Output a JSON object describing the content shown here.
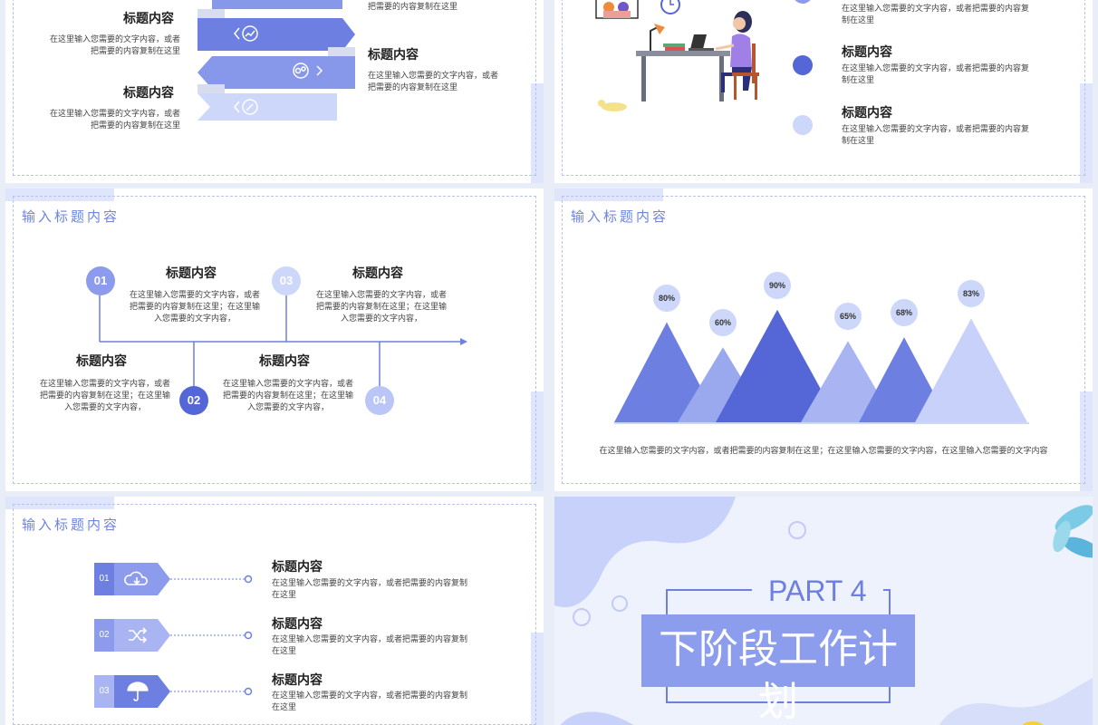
{
  "heading": "标题内容",
  "body_short": "在这里输入您需要的文字内容，或者把需要的内容复制在这里",
  "body_medium": "在这里输入您需要的文字内容，或者把需要的内容复制在这里；在这里输入您需要的文字内容，",
  "body_long": "在这里输入您需要的文字内容，或者把需要的内容复制在这里；在这里输入您需要的文字内容",
  "section_title": "输入标题内容",
  "timeline": {
    "items": [
      {
        "num": "01"
      },
      {
        "num": "02"
      },
      {
        "num": "03"
      },
      {
        "num": "04"
      }
    ]
  },
  "chart_data": {
    "type": "area",
    "categories": [
      "",
      "",
      "",
      "",
      "",
      ""
    ],
    "values": [
      80,
      60,
      90,
      65,
      68,
      83
    ],
    "labels": [
      "80%",
      "60%",
      "90%",
      "65%",
      "68%",
      "83%"
    ],
    "ylim": [
      0,
      100
    ],
    "caption": "在这里输入您需要的文字内容，或者把需要的内容复制在这里；在这里输入您需要的文字内容，在这里输入您需要的文字内容"
  },
  "list": {
    "items": [
      {
        "num": "01",
        "icon": "cloud-download-icon"
      },
      {
        "num": "02",
        "icon": "shuffle-icon"
      },
      {
        "num": "03",
        "icon": "umbrella-icon"
      }
    ]
  },
  "cover": {
    "part": "PART 4",
    "title": "下阶段工作计划"
  },
  "colors": {
    "primary": "#6d7fe0",
    "light": "#cdd7fa",
    "mid": "#9aa9ee",
    "dark": "#5566d6"
  }
}
